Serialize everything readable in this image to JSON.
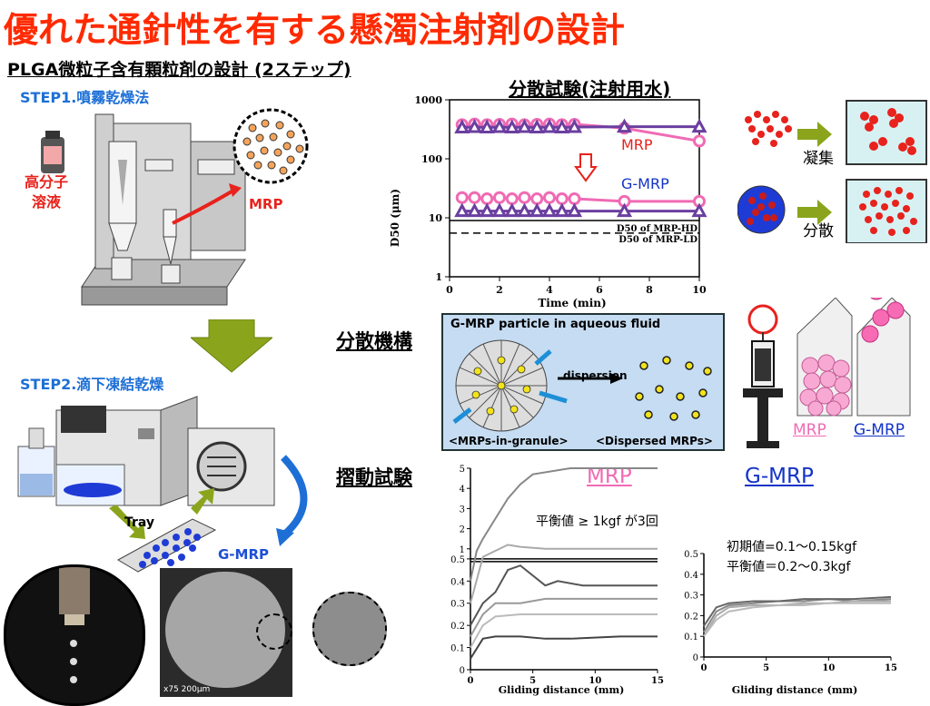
{
  "title": "優れた通針性を有する懸濁注射剤の設計",
  "subtitle": "PLGA微粒子含有顆粒剤の設計 (2ステップ)",
  "step1": "STEP1.噴霧乾燥法",
  "step2": "STEP2.滴下凍結乾燥",
  "polymer_solution_line1": "高分子",
  "polymer_solution_line2": "溶液",
  "mrp_label": "MRP",
  "gmrp_label": "G-MRP",
  "tray_label": "Tray",
  "sem_scale": "x75  200μm",
  "dispersion_test_title": "分散試験(注射用水)",
  "mechanism_title": "分散機構",
  "sliding_test_title": "摺動試験",
  "aggregation_label": "凝集",
  "dispersion_label": "分散",
  "mechanism_box": {
    "heading": "G-MRP particle in aqueous fluid",
    "arrow_label": "dispersion",
    "left_caption": "<MRPs-in-granule>",
    "right_caption": "<Dispersed MRPs>"
  },
  "syringe_mrp_label": "MRP",
  "syringe_gmrp_label": "G-MRP",
  "sliding_mrp_label": "MRP",
  "sliding_gmrp_label": "G-MRP",
  "sliding_mrp_note": "平衡値 ≥ 1kgf が3回",
  "sliding_gmrp_note_line1": "初期値=0.1〜0.15kgf",
  "sliding_gmrp_note_line2": "平衡値＝0.2〜0.3kgf",
  "colors": {
    "title": "#ff2a00",
    "step": "#1d6fd6",
    "mrp": "#f06bb4",
    "gmrp": "#6b3fa0",
    "gmrp_text": "#1433c8",
    "arrow_green": "#8aa51c"
  },
  "chart_data": [
    {
      "type": "line",
      "title": "",
      "xlabel": "Time (min)",
      "ylabel": "D50 (μm)",
      "xlim": [
        0,
        10
      ],
      "ylim": [
        1,
        1000
      ],
      "yscale": "log",
      "x_ticks": [
        0,
        2,
        4,
        6,
        8,
        10
      ],
      "y_ticks": [
        1,
        10,
        100,
        1000
      ],
      "series": [
        {
          "name": "MRP",
          "color": "#f06bb4",
          "marker": "circle",
          "x": [
            0.5,
            1,
            1.5,
            2,
            2.5,
            3,
            3.5,
            4,
            4.5,
            5,
            7,
            10
          ],
          "y": [
            380,
            390,
            380,
            385,
            390,
            380,
            385,
            390,
            380,
            385,
            330,
            200
          ]
        },
        {
          "name": "",
          "color": "#6b3fa0",
          "marker": "triangle",
          "x": [
            0.5,
            1,
            1.5,
            2,
            2.5,
            3,
            3.5,
            4,
            4.5,
            5,
            7,
            10
          ],
          "y": [
            340,
            345,
            340,
            345,
            340,
            345,
            340,
            345,
            340,
            345,
            350,
            350
          ]
        },
        {
          "name": "G-MRP",
          "color": "#f06bb4",
          "marker": "circle",
          "x": [
            0.5,
            1,
            1.5,
            2,
            2.5,
            3,
            3.5,
            4,
            4.5,
            5,
            7,
            10
          ],
          "y": [
            22,
            22,
            21,
            22,
            21,
            22,
            21,
            22,
            21,
            21,
            19,
            19
          ]
        },
        {
          "name": "",
          "color": "#6b3fa0",
          "marker": "triangle",
          "x": [
            0.5,
            1,
            1.5,
            2,
            2.5,
            3,
            3.5,
            4,
            4.5,
            5,
            7,
            10
          ],
          "y": [
            13,
            13,
            13,
            13,
            13,
            13,
            13,
            13,
            13,
            13,
            13,
            13
          ]
        }
      ],
      "reference_lines": [
        {
          "label": "D50 of MRP-HD",
          "y": 9,
          "style": "solid"
        },
        {
          "label": "D50 of MRP-LD",
          "y": 5.5,
          "style": "dashed"
        }
      ]
    },
    {
      "type": "line",
      "title": "",
      "xlabel": "",
      "ylabel": "",
      "xlim": [
        0,
        15
      ],
      "ylim": [
        0,
        5
      ],
      "broken_axis": true,
      "y_ticks": [
        0,
        0.1,
        0.2,
        0.3,
        0.4,
        0.5,
        1,
        2,
        3,
        4,
        5
      ],
      "series_desc": "MRP sliding force curves",
      "series": [
        {
          "name": "",
          "color": "#888888",
          "x": [
            0,
            0.5,
            1,
            2,
            3,
            4,
            5,
            8,
            12,
            15
          ],
          "y": [
            0.4,
            0.9,
            1.5,
            2.5,
            3.5,
            4.2,
            4.7,
            5,
            5,
            5
          ]
        },
        {
          "name": "",
          "color": "#aaaaaa",
          "x": [
            0,
            1,
            2,
            3,
            4,
            6,
            10,
            15
          ],
          "y": [
            0.3,
            0.6,
            0.9,
            1.2,
            1.1,
            1.0,
            1.0,
            1.0
          ]
        },
        {
          "name": "",
          "color": "#555555",
          "x": [
            0,
            1,
            2,
            3,
            4,
            6,
            7,
            9,
            12,
            15
          ],
          "y": [
            0.2,
            0.3,
            0.35,
            0.45,
            0.47,
            0.38,
            0.4,
            0.38,
            0.38,
            0.38
          ]
        },
        {
          "name": "",
          "color": "#999999",
          "x": [
            0,
            1,
            2,
            4,
            6,
            8,
            12,
            15
          ],
          "y": [
            0.15,
            0.25,
            0.3,
            0.3,
            0.32,
            0.32,
            0.32,
            0.32
          ]
        },
        {
          "name": "",
          "color": "#bbbbbb",
          "x": [
            0,
            1,
            2,
            4,
            6,
            8,
            12,
            15
          ],
          "y": [
            0.1,
            0.2,
            0.24,
            0.25,
            0.25,
            0.25,
            0.25,
            0.25
          ]
        },
        {
          "name": "",
          "color": "#444444",
          "x": [
            0,
            1,
            2,
            4,
            6,
            8,
            12,
            15
          ],
          "y": [
            0.05,
            0.14,
            0.15,
            0.15,
            0.14,
            0.14,
            0.15,
            0.15
          ]
        }
      ]
    },
    {
      "type": "line",
      "title": "",
      "xlabel": "Gliding distance (mm)",
      "ylabel": "",
      "xlim": [
        0,
        15
      ],
      "ylim": [
        0,
        0.5
      ],
      "x_ticks": [
        0,
        5,
        10,
        15
      ],
      "y_ticks": [
        0,
        0.1,
        0.2,
        0.3,
        0.4,
        0.5
      ],
      "series_desc": "G-MRP sliding force curves",
      "series": [
        {
          "name": "",
          "color": "#888888",
          "x": [
            0,
            1,
            2,
            4,
            6,
            8,
            10,
            12,
            15
          ],
          "y": [
            0.12,
            0.22,
            0.25,
            0.26,
            0.27,
            0.27,
            0.28,
            0.27,
            0.28
          ]
        },
        {
          "name": "",
          "color": "#aaaaaa",
          "x": [
            0,
            1,
            2,
            4,
            6,
            8,
            10,
            12,
            15
          ],
          "y": [
            0.1,
            0.2,
            0.24,
            0.25,
            0.25,
            0.26,
            0.26,
            0.27,
            0.27
          ]
        },
        {
          "name": "",
          "color": "#666666",
          "x": [
            0,
            1,
            2,
            4,
            6,
            8,
            10,
            12,
            15
          ],
          "y": [
            0.15,
            0.24,
            0.26,
            0.27,
            0.27,
            0.28,
            0.28,
            0.28,
            0.29
          ]
        },
        {
          "name": "",
          "color": "#bbbbbb",
          "x": [
            0,
            1,
            2,
            4,
            6,
            8,
            10,
            12,
            15
          ],
          "y": [
            0.1,
            0.18,
            0.22,
            0.24,
            0.25,
            0.25,
            0.26,
            0.26,
            0.26
          ]
        }
      ]
    }
  ]
}
